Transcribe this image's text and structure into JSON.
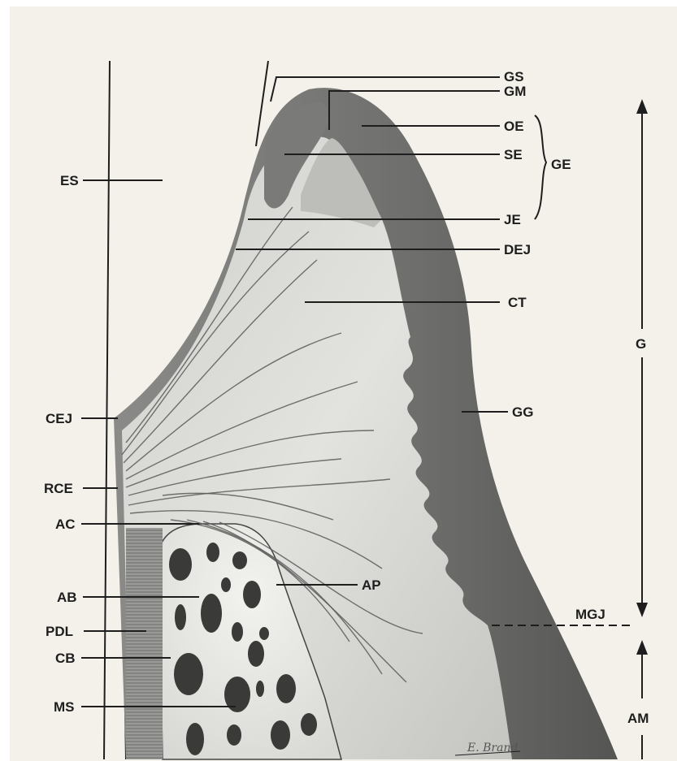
{
  "labels": {
    "GS": "GS",
    "GM": "GM",
    "OE": "OE",
    "SE": "SE",
    "GE": "GE",
    "JE": "JE",
    "DEJ": "DEJ",
    "CT": "CT",
    "GG": "GG",
    "G": "G",
    "MGJ": "MGJ",
    "AM": "AM",
    "ES": "ES",
    "CEJ": "CEJ",
    "RCE": "RCE",
    "AC": "AC",
    "AP": "AP",
    "AB": "AB",
    "PDL": "PDL",
    "CB": "CB",
    "MS": "MS"
  },
  "signature": "E. Brand",
  "colors": {
    "paper": "#f3f1ea",
    "gingiva_dark": "#6a6a6a",
    "connective_light": "#d6d6d2",
    "bone": "#e8e8e4",
    "marrow": "#3a3a3a",
    "ink": "#1e1e1e"
  }
}
